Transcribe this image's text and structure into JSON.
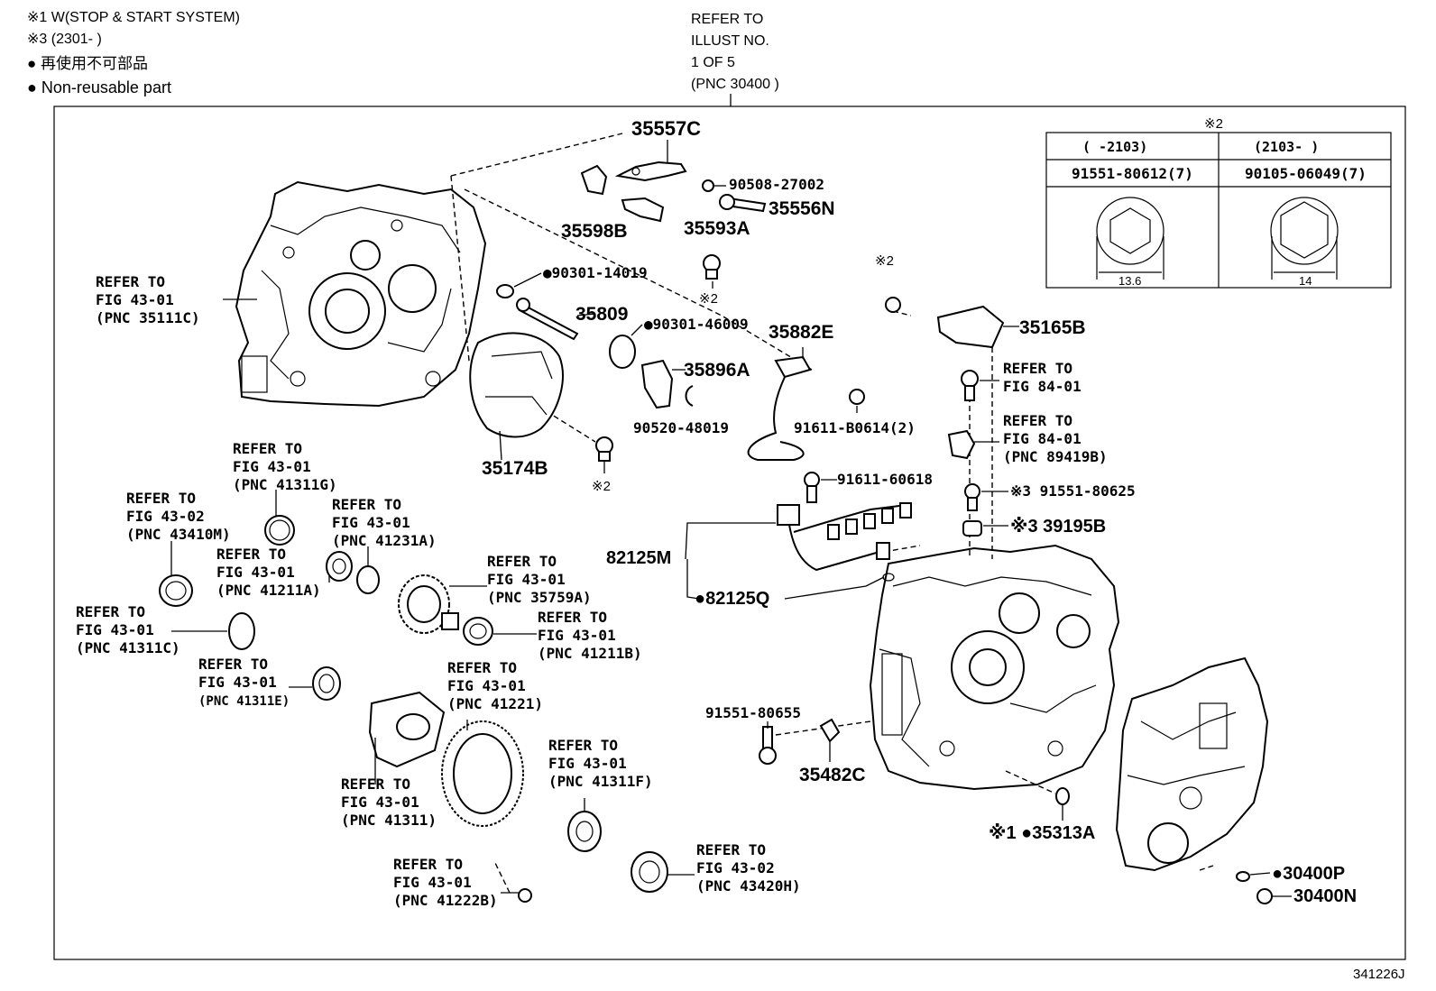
{
  "notes": {
    "n1": "※1 W(STOP & START SYSTEM)",
    "n3": "※3 (2301-      )",
    "nonreusable_jp": "● 再使用不可部品",
    "nonreusable_en": "● Non-reusable part",
    "refer_main": [
      "REFER TO",
      "ILLUST NO.",
      "1 OF 5",
      "(PNC 30400 )"
    ]
  },
  "table": {
    "mark": "※2",
    "col1_header": "(      -2103)",
    "col2_header": "(2103-      )",
    "col1_part": "91551-80612(7)",
    "col2_part": "90105-06049(7)",
    "col1_dim": "13.6",
    "col2_dim": "14"
  },
  "labels": {
    "p35557C": "35557C",
    "p90508": "90508-27002",
    "p35556N": "35556N",
    "p35598B": "35598B",
    "p35593A": "35593A",
    "p90301_14019": "●90301-14019",
    "mark2_a": "※2",
    "p35809": "35809",
    "p90301_46009": "●90301-46009",
    "p35882E": "35882E",
    "p35896A": "35896A",
    "p90520": "90520-48019",
    "p91611_B0614": "91611-B0614(2)",
    "p35174B": "35174B",
    "mark2_b": "※2",
    "mark2_c": "※2",
    "p35165B": "35165B",
    "p91611_60618": "91611-60618",
    "p91551_80625": "※3 91551-80625",
    "p39195B": "※3 39195B",
    "p82125M": "82125M",
    "p82125Q": "●82125Q",
    "p91551_80655": "91551-80655",
    "p35482C": "35482C",
    "p35313A": "※1 ●35313A",
    "p30400P": "●30400P",
    "p30400N": "30400N",
    "ref_35111C": [
      "REFER TO",
      "FIG 43-01",
      "(PNC 35111C)"
    ],
    "ref_84_a": [
      "REFER TO",
      "FIG 84-01"
    ],
    "ref_84_b": [
      "REFER TO",
      "FIG 84-01",
      "(PNC 89419B)"
    ],
    "ref_41311G": [
      "REFER TO",
      "FIG 43-01",
      "(PNC 41311G)"
    ],
    "ref_43410M": [
      "REFER TO",
      "FIG 43-02",
      "(PNC 43410M)"
    ],
    "ref_41231A": [
      "REFER TO",
      "FIG 43-01",
      "(PNC 41231A)"
    ],
    "ref_41211A": [
      "REFER TO",
      "FIG 43-01",
      "(PNC 41211A)"
    ],
    "ref_35759A": [
      "REFER TO",
      "FIG 43-01",
      "(PNC 35759A)"
    ],
    "ref_41311C": [
      "REFER TO",
      "FIG 43-01",
      "(PNC 41311C)"
    ],
    "ref_41211B": [
      "REFER TO",
      "FIG 43-01",
      "(PNC 41211B)"
    ],
    "ref_41311E": [
      "REFER TO",
      "FIG 43-01",
      "(PNC 41311E)"
    ],
    "ref_41221": [
      "REFER TO",
      "FIG 43-01",
      "(PNC 41221)"
    ],
    "ref_41311": [
      "REFER TO",
      "FIG 43-01",
      "(PNC 41311)"
    ],
    "ref_41311F": [
      "REFER TO",
      "FIG 43-01",
      "(PNC 41311F)"
    ],
    "ref_41222B": [
      "REFER TO",
      "FIG 43-01",
      "(PNC 41222B)"
    ],
    "ref_43420H": [
      "REFER TO",
      "FIG 43-02",
      "(PNC 43420H)"
    ]
  },
  "footer_code": "341226J"
}
